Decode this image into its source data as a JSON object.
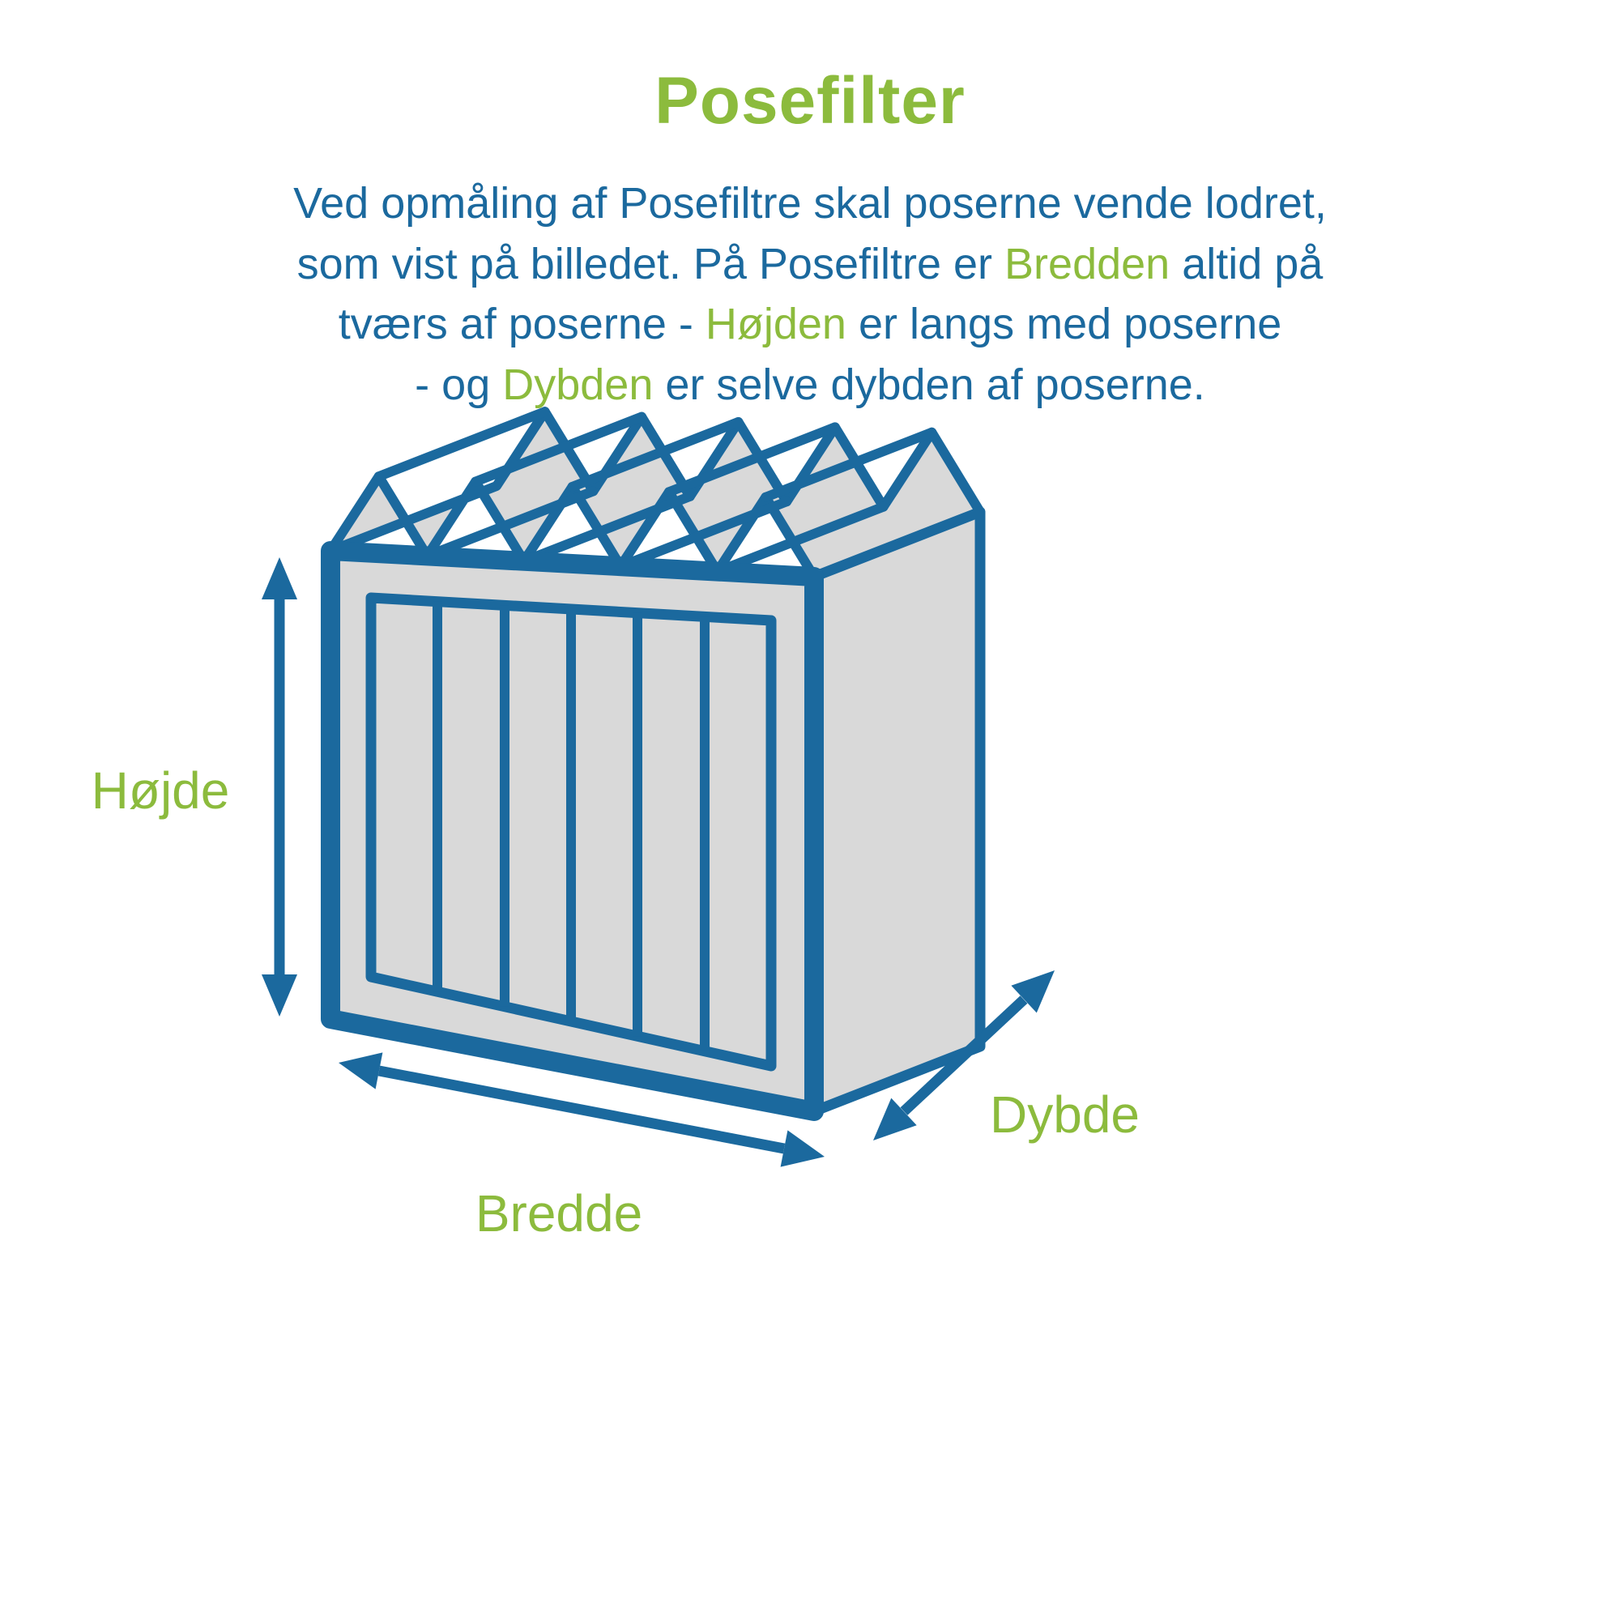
{
  "colors": {
    "blue": "#1B699E",
    "green": "#8CBB3D",
    "gray": "#D9D9D9",
    "bg": "#FFFFFF"
  },
  "title": "Posefilter",
  "paragraph": {
    "line1": {
      "a": "Ved opmåling af Posefiltre skal poserne vende lodret,"
    },
    "line2": {
      "a": "som vist på billedet. På Posefiltre er ",
      "b": "Bredden",
      "c": " altid på"
    },
    "line3": {
      "a": "tværs af poserne - ",
      "b": "Højden",
      "c": " er langs med poserne"
    },
    "line4": {
      "a": "- og ",
      "b": "Dybden",
      "c": " er selve dybden af poserne."
    }
  },
  "diagram": {
    "labels": {
      "height": "Højde",
      "width": "Bredde",
      "depth": "Dybde"
    }
  }
}
